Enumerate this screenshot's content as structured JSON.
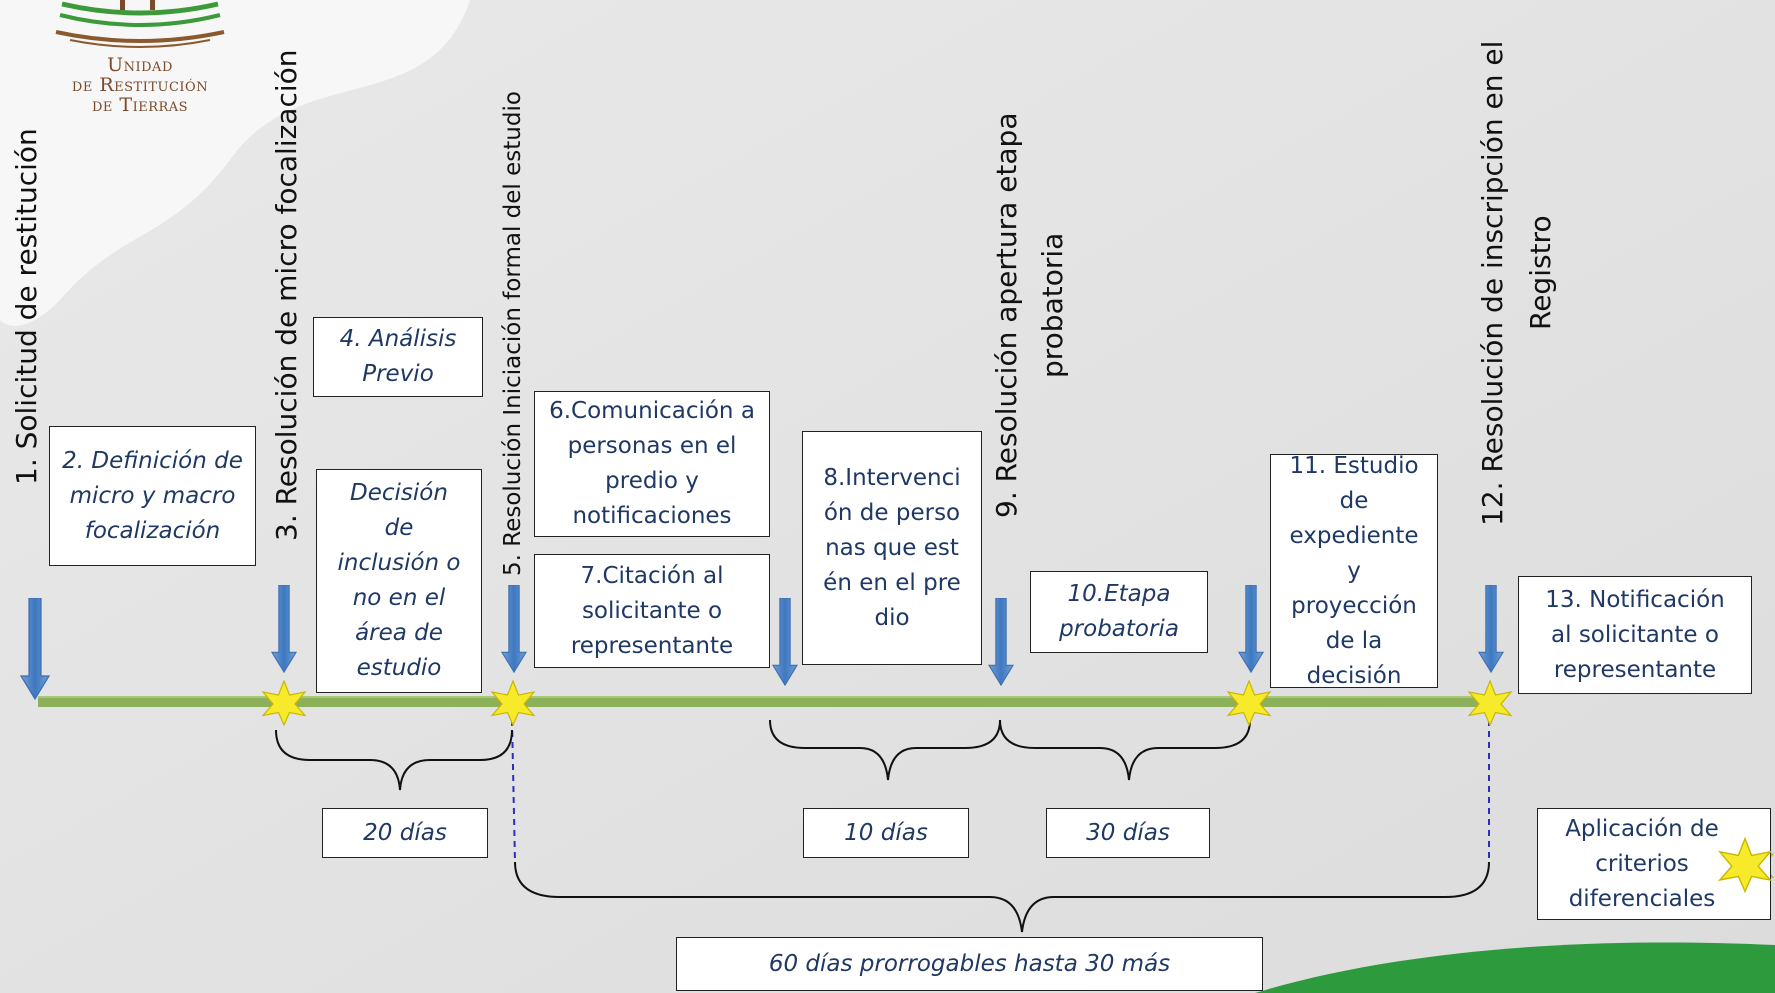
{
  "logo": {
    "line1": "Unidad",
    "line2": "de Restitución",
    "line3": "de Tierras"
  },
  "steps": {
    "s1": "1. Solicitud de restitución",
    "s2": "2. Definición de micro y macro focalización",
    "s3": "3. Resolución de micro focalización",
    "s4": "4. Análisis Previo",
    "s4b": "Decisión de inclusión o no en el área de estudio",
    "s5": "5. Resolución Iniciación formal del estudio",
    "s6": "6.Comunicación a personas en el predio y notificaciones",
    "s7": "7.Citación al solicitante o representante",
    "s8": "8.Intervención de personas que estén en el predio",
    "s9a": "9. Resolución apertura etapa",
    "s9b": "probatoria",
    "s10": "10.Etapa probatoria",
    "s11": "11. Estudio de expediente y proyección de la decisión",
    "s12a": "12. Resolución de inscripción en el",
    "s12b": "Registro",
    "s13": "13. Notificación al solicitante o representante"
  },
  "durations": {
    "d20": "20 días",
    "d10": "10 días",
    "d30": "30 días",
    "d60": "60 días prorrogables hasta 30 más"
  },
  "legend": {
    "label": "Aplicación de criterios diferenciales"
  },
  "colors": {
    "timeline": "#8db05a",
    "arrow": "#4f86c6",
    "star": "#f7e62a",
    "box_text": "#1f3864",
    "dashed": "#2d2dbf",
    "green_band": "#2e9a3e"
  }
}
